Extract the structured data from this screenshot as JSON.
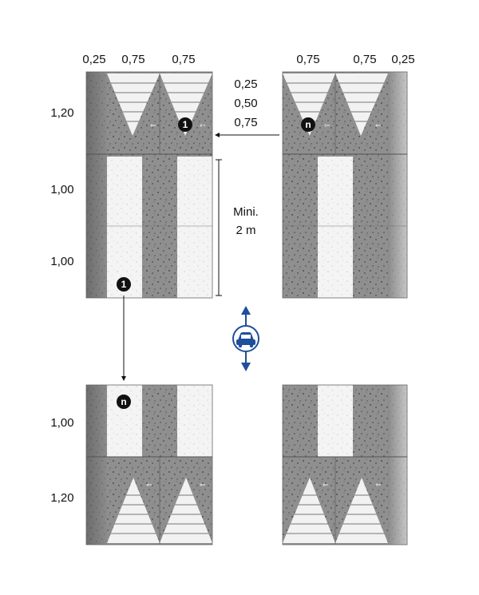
{
  "top_widths_left": [
    "0,25",
    "0,75",
    "0,75"
  ],
  "top_widths_right": [
    "0,75",
    "0,75",
    "0,25"
  ],
  "gap_options": [
    "0,25",
    "0,50",
    "0,75"
  ],
  "row_heights_top": [
    "1,20",
    "1,00",
    "1,00"
  ],
  "row_heights_bottom": [
    "1,00",
    "1,20"
  ],
  "min_distance": [
    "Mini.",
    "2 m"
  ],
  "badges": {
    "first": "1",
    "last": "n"
  },
  "icon": "two-way-traffic-car-icon",
  "colors": {
    "concrete": "#8c8c8c",
    "concrete_light": "#a3a3a3",
    "white_zone": "#f2f2f2",
    "edge": "#5e5e5e",
    "arrow": "#1f4e9c"
  }
}
